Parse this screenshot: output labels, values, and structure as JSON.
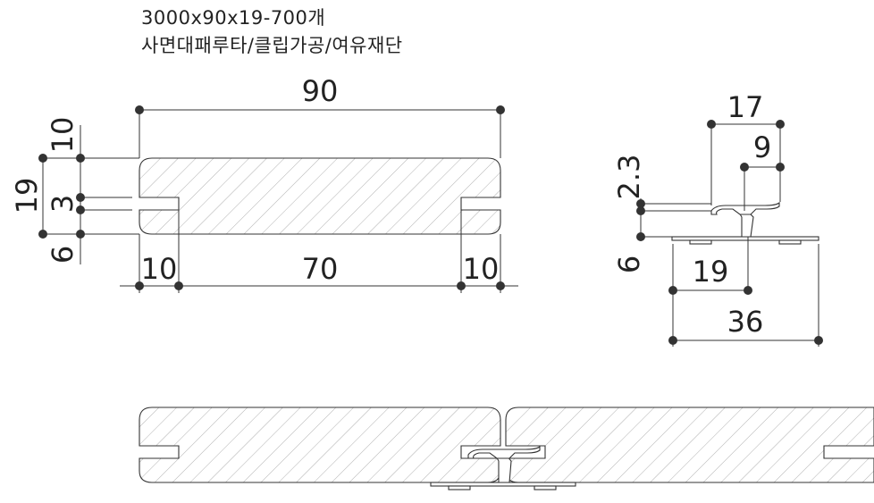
{
  "header": {
    "line1": "3000x90x19-700개",
    "line2": "사면대패루타/클립가공/여유재단"
  },
  "board_profile": {
    "width": "90",
    "left_groove_offset": "10",
    "middle_span": "70",
    "right_groove_offset": "10",
    "total_height": "19",
    "top_lip": "10",
    "groove_width": "3",
    "bottom_lip": "6"
  },
  "clip_profile": {
    "top_width": "17",
    "top_half": "9",
    "flange_thickness": "2.3",
    "base_height": "6",
    "base_half": "19",
    "base_width": "36"
  },
  "colors": {
    "line": "#333333",
    "hatch": "#b0b0b0",
    "background": "#ffffff"
  }
}
